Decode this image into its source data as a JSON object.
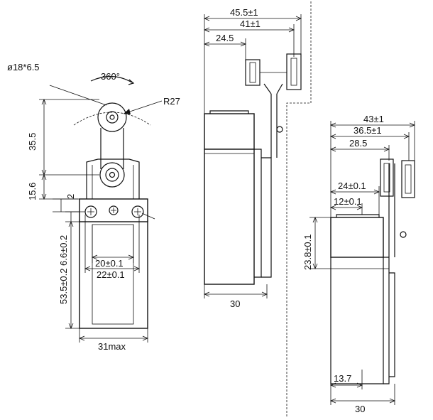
{
  "front_view": {
    "roller_dia": "ø18*6.5",
    "rotation": "360°",
    "radius": "R27",
    "height_lever": "35.5",
    "height_head": "15.6",
    "offset_small": "2",
    "height_mount": "6.6±0.2",
    "height_body": "53.5±0.2",
    "hole_spacing_inner": "20±0.1",
    "hole_spacing_outer": "22±0.1",
    "width_max": "31max"
  },
  "side_view_1": {
    "total_depth": "45.5±1",
    "depth_roller": "41±1",
    "depth_lever": "24.5",
    "body_width": "30"
  },
  "side_view_2": {
    "total_depth": "43±1",
    "depth_roller": "36.5±1",
    "depth_lever": "28.5",
    "depth_mount": "24±0.1",
    "depth_hole": "12±0.1",
    "height_mount": "23.8±0.1",
    "bottom_offset": "13.7",
    "body_width": "30"
  }
}
